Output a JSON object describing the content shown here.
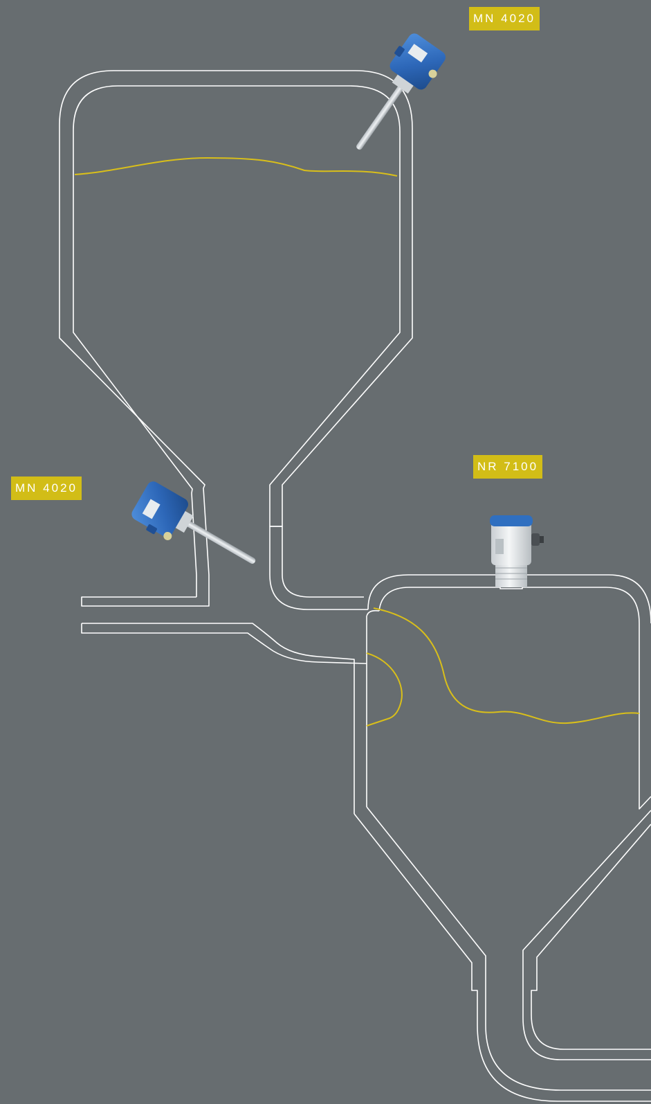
{
  "labels": {
    "sensor_top": "MN 4020",
    "sensor_left": "MN 4020",
    "sensor_right": "NR 7100"
  },
  "colors": {
    "background": "#676d70",
    "label_background": "#d2bd17",
    "material_level": "#d9bf1a",
    "vessel_outline": "#ffffff",
    "sensor_blue": "#2f6fc0",
    "sensor_white": "#e8ecef"
  },
  "icons": {
    "sensor_top": "rotary-paddle-level-switch-icon",
    "sensor_left": "rotary-paddle-level-switch-icon",
    "sensor_right": "radar-level-transmitter-icon"
  }
}
